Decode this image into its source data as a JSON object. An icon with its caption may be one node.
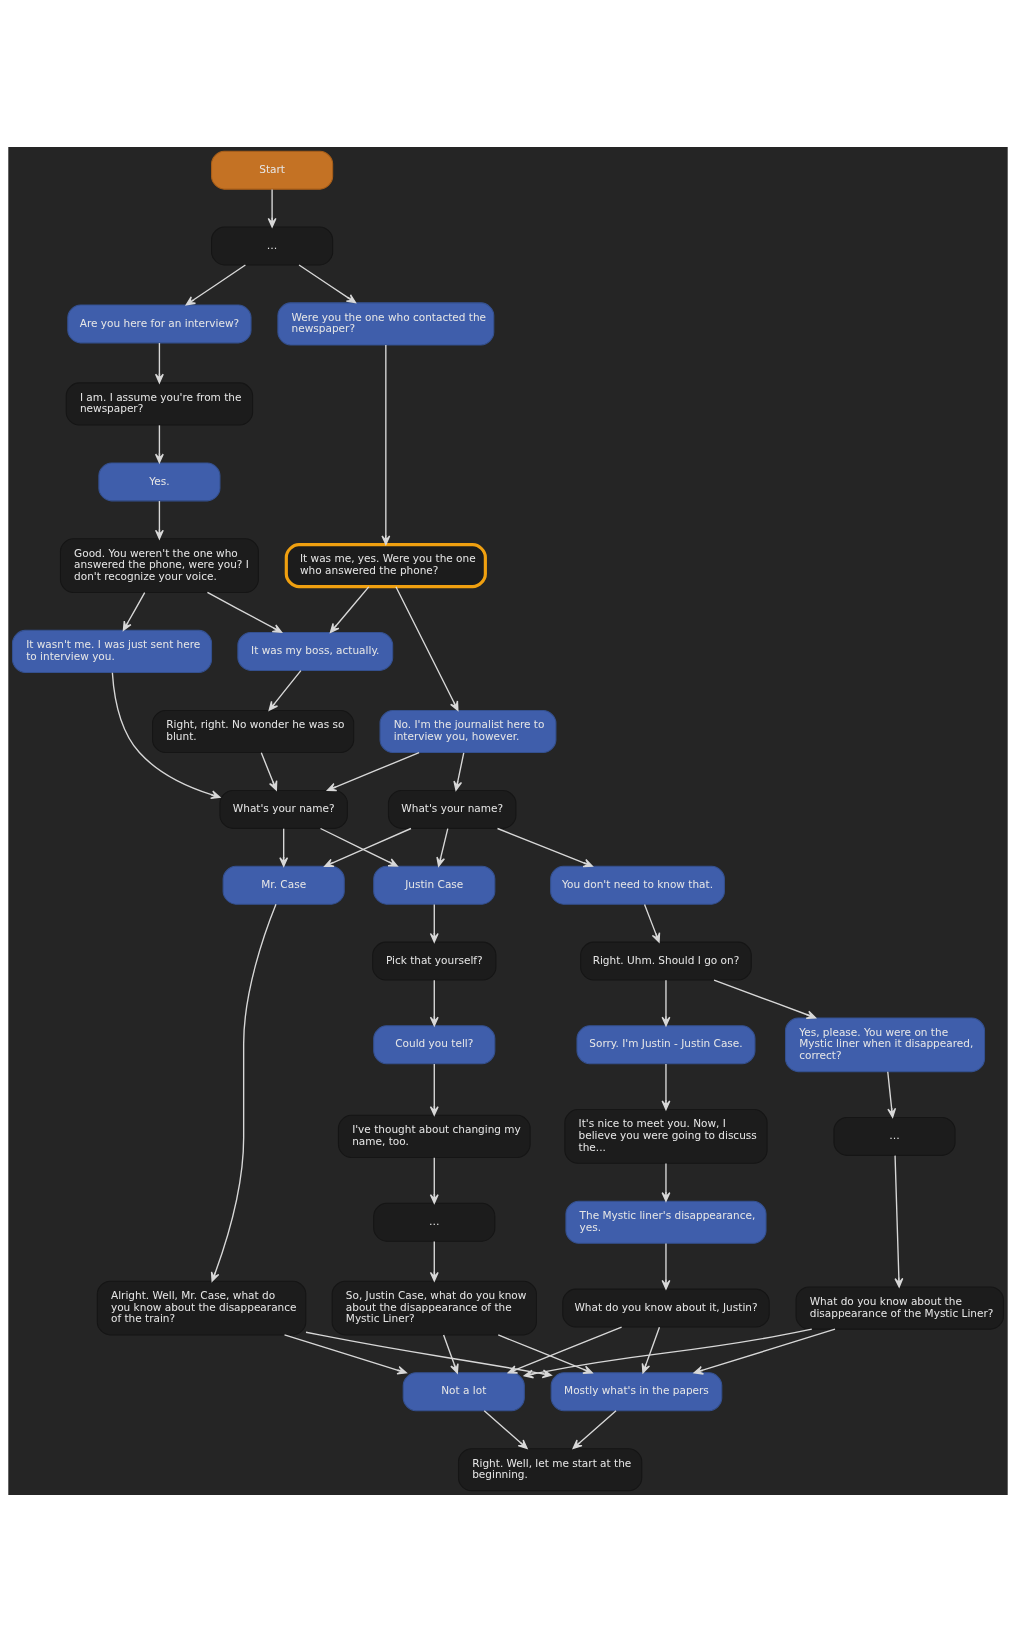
{
  "diagram": {
    "nodes": [
      {
        "text": [
          "Start"
        ]
      },
      {
        "text": [
          "…"
        ]
      },
      {
        "text": [
          "Are you here for an interview?"
        ]
      },
      {
        "text": [
          "Were you the one who contacted the newspaper?"
        ]
      },
      {
        "text": [
          "I am. I assume you're from the newspaper?"
        ]
      },
      {
        "text": [
          "Yes."
        ]
      },
      {
        "text": [
          "Good. You weren't the one who answered the phone, were you? I don't recognize your voice."
        ]
      },
      {
        "text": [
          "It was me, yes. Were you the one who answered the phone?"
        ]
      },
      {
        "text": [
          "It was my boss, actually."
        ]
      },
      {
        "text": [
          "It wasn't me. I was just sent here to interview you."
        ]
      },
      {
        "text": [
          "No. I'm the journalist here to interview you, however."
        ]
      },
      {
        "text": [
          "Right, right. No wonder he was so blunt."
        ]
      },
      {
        "text": [
          "What's your name?"
        ]
      },
      {
        "text": [
          "What's your name?"
        ]
      },
      {
        "text": [
          "Justin Case"
        ]
      },
      {
        "text": [
          "Mr. Case"
        ]
      },
      {
        "text": [
          "You don't need to know that."
        ]
      },
      {
        "text": [
          "Pick that yourself?"
        ]
      },
      {
        "text": [
          "Right. Uhm. Should I go on?"
        ]
      },
      {
        "text": [
          "Could you tell?"
        ]
      },
      {
        "text": [
          "Sorry. I'm Justin - Justin Case."
        ]
      },
      {
        "text": [
          "Yes, please. You were on the Mystic liner when it disappeared, correct?"
        ]
      },
      {
        "text": [
          "I've thought about changing my name, too."
        ]
      },
      {
        "text": [
          "It's nice to meet you. Now, I believe you were going to discuss the..."
        ]
      },
      {
        "text": [
          "…"
        ]
      },
      {
        "text": [
          "…"
        ]
      },
      {
        "text": [
          "The Mystic liner's disappearance, yes."
        ]
      },
      {
        "text": [
          "So, Justin Case, what do you know about the disappearance of the Mystic Liner?"
        ]
      },
      {
        "text": [
          "Alright. Well, Mr. Case, what do you know about the disappearance of the train?"
        ]
      },
      {
        "text": [
          "What do you know about it, Justin?"
        ]
      },
      {
        "text": [
          "What do you know about the disappearance of the Mystic Liner?"
        ]
      },
      {
        "text": [
          "Not a lot"
        ]
      },
      {
        "text": [
          "Mostly what's in the papers"
        ]
      },
      {
        "text": [
          "Right. Well, let me start at the beginning."
        ]
      }
    ],
    "edges": [
      {
        "from": 0,
        "to": 1,
        "arrow": "to"
      },
      {
        "from": 1,
        "to": 2,
        "arrow": "to"
      },
      {
        "from": 1,
        "to": 3,
        "arrow": "to"
      },
      {
        "from": 2,
        "to": 4,
        "arrow": "to"
      },
      {
        "from": 3,
        "to": 7,
        "arrow": "to"
      },
      {
        "from": 4,
        "to": 5,
        "arrow": "to"
      },
      {
        "from": 5,
        "to": 6,
        "arrow": "to"
      },
      {
        "from": 6,
        "to": 8,
        "arrow": "to"
      },
      {
        "from": 6,
        "to": 9,
        "arrow": "to"
      },
      {
        "from": 7,
        "to": 8,
        "arrow": "to"
      },
      {
        "from": 7,
        "to": 10,
        "arrow": "to"
      },
      {
        "from": 8,
        "to": 11,
        "arrow": "to"
      },
      {
        "from": 11,
        "to": 12,
        "arrow": "to"
      },
      {
        "from": 9,
        "to": 12,
        "arrow": "to"
      },
      {
        "from": 10,
        "to": 12,
        "arrow": "to"
      },
      {
        "from": 10,
        "to": 13,
        "arrow": "to"
      },
      {
        "from": 12,
        "to": 14,
        "arrow": "to"
      },
      {
        "from": 12,
        "to": 15,
        "arrow": "to"
      },
      {
        "from": 13,
        "to": 14,
        "arrow": "to"
      },
      {
        "from": 13,
        "to": 15,
        "arrow": "to"
      },
      {
        "from": 13,
        "to": 16,
        "arrow": "to"
      },
      {
        "from": 14,
        "to": 17,
        "arrow": "to"
      },
      {
        "from": 17,
        "to": 19,
        "arrow": "to"
      },
      {
        "from": 19,
        "to": 22,
        "arrow": "to"
      },
      {
        "from": 22,
        "to": 25,
        "arrow": "to"
      },
      {
        "from": 25,
        "to": 27,
        "arrow": "to"
      },
      {
        "from": 15,
        "to": 28,
        "arrow": "to"
      },
      {
        "from": 16,
        "to": 18,
        "arrow": "to"
      },
      {
        "from": 18,
        "to": 20,
        "arrow": "to"
      },
      {
        "from": 18,
        "to": 21,
        "arrow": "to"
      },
      {
        "from": 20,
        "to": 23,
        "arrow": "to"
      },
      {
        "from": 23,
        "to": 26,
        "arrow": "to"
      },
      {
        "from": 26,
        "to": 29,
        "arrow": "to"
      },
      {
        "from": 21,
        "to": 24,
        "arrow": "to"
      },
      {
        "from": 24,
        "to": 30,
        "arrow": "to"
      },
      {
        "from": 27,
        "to": 31,
        "arrow": "to"
      },
      {
        "from": 27,
        "to": 32,
        "arrow": "to"
      },
      {
        "from": 28,
        "to": 31,
        "arrow": "to"
      },
      {
        "from": 28,
        "to": 32,
        "arrow": "to"
      },
      {
        "from": 29,
        "to": 31,
        "arrow": "to"
      },
      {
        "from": 29,
        "to": 32,
        "arrow": "to"
      },
      {
        "from": 30,
        "to": 31,
        "arrow": "to"
      },
      {
        "from": 30,
        "to": 32,
        "arrow": "to"
      },
      {
        "from": 31,
        "to": 33,
        "arrow": "to"
      },
      {
        "from": 32,
        "to": 33,
        "arrow": "to"
      }
    ]
  }
}
